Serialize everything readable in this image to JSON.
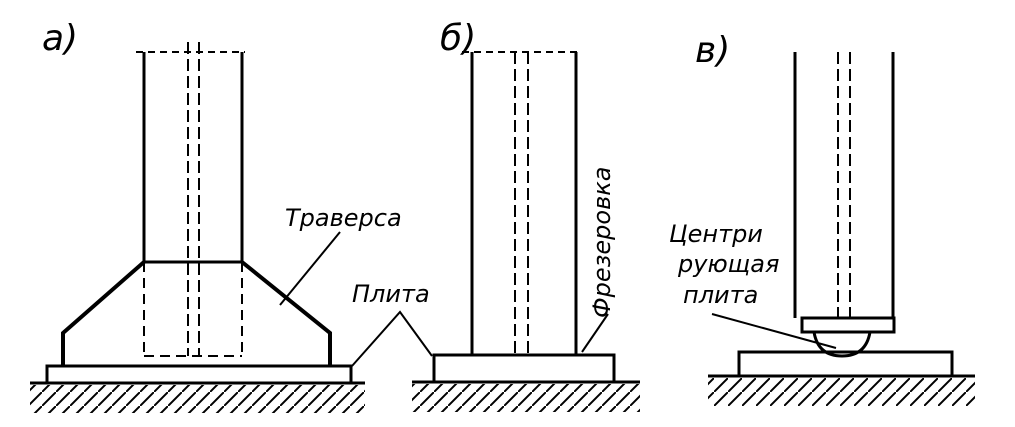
{
  "diagram": {
    "panels": [
      {
        "letter": "а)"
      },
      {
        "letter": "б)"
      },
      {
        "letter": "в)"
      }
    ],
    "labels": {
      "traverse": "Траверса",
      "plate": "Плита",
      "milling": "Фрезеровка",
      "centering_line1": "Центри",
      "centering_line2": "рующая",
      "centering_line3": "плита"
    },
    "colors": {
      "ink": "#000000",
      "paper": "#ffffff"
    }
  }
}
